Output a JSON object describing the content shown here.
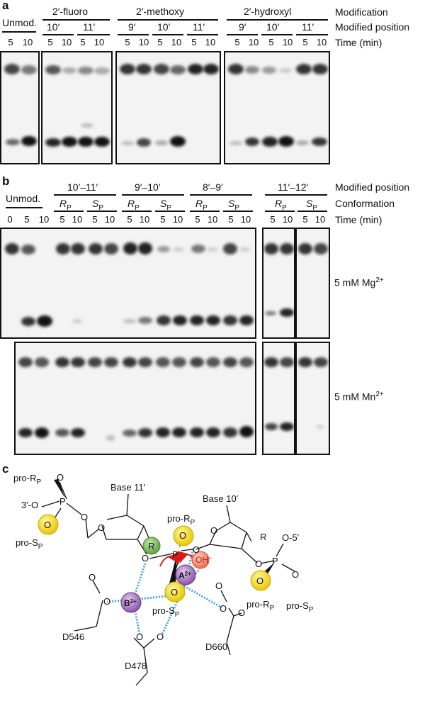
{
  "panel_a": {
    "letter": "a",
    "row_labels": [
      "Modification",
      "Modified position",
      "Time (min)"
    ],
    "unmod_label": "Unmod.",
    "groups": [
      {
        "modification": "2′-fluoro",
        "positions": [
          "10′",
          "11′"
        ]
      },
      {
        "modification": "2′-methoxy",
        "positions": [
          "9′",
          "10′",
          "11′"
        ]
      },
      {
        "modification": "2′-hydroxyl",
        "positions": [
          "9′",
          "10′",
          "11′"
        ]
      }
    ],
    "times": [
      "5",
      "10"
    ]
  },
  "panel_b": {
    "letter": "b",
    "row_labels": [
      "Modified position",
      "Conformation",
      "Time (min)"
    ],
    "unmod_label": "Unmod.",
    "unmod_times": [
      "0",
      "5",
      "10"
    ],
    "positions": [
      "10′–11′",
      "9′–10′",
      "8′–9′",
      "11′–12′"
    ],
    "conformations": [
      "R",
      "S"
    ],
    "conformation_subscript": "P",
    "times": [
      "5",
      "10"
    ],
    "conditions": [
      {
        "prefix": "5 mM Mg",
        "sup": "2+"
      },
      {
        "prefix": "5 mM Mn",
        "sup": "2+"
      }
    ]
  },
  "panel_c": {
    "letter": "c",
    "labels": {
      "pro_rp": "pro-R",
      "pro_sp": "pro-S",
      "sub_p": "P",
      "three_prime_o": "3′-O",
      "o_five_prime": "O-5′",
      "base11": "Base 11′",
      "base10": "Base 10′",
      "r_sub": "R",
      "p": "P",
      "o": "O",
      "oh": "OH",
      "oh_sup": "−",
      "metal_a": "A",
      "metal_b": "B",
      "metal_sup": "2+",
      "d546": "D546",
      "d478": "D478",
      "d660": "D660"
    }
  }
}
